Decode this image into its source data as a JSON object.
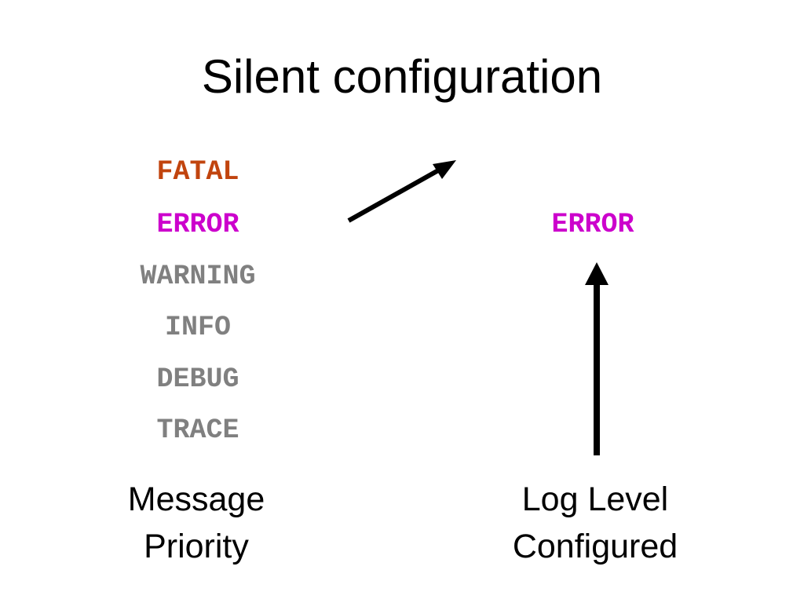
{
  "title": "Silent configuration",
  "message_priority": {
    "levels": [
      {
        "label": "FATAL",
        "color": "#C1440E"
      },
      {
        "label": "ERROR",
        "color": "#CC00CC"
      },
      {
        "label": "WARNING",
        "color": "#808080"
      },
      {
        "label": "INFO",
        "color": "#808080"
      },
      {
        "label": "DEBUG",
        "color": "#808080"
      },
      {
        "label": "TRACE",
        "color": "#808080"
      }
    ],
    "caption_line1": "Message",
    "caption_line2": "Priority"
  },
  "log_level": {
    "value": "ERROR",
    "color": "#CC00CC",
    "caption_line1": "Log Level",
    "caption_line2": "Configured"
  },
  "arrows": {
    "color": "#000000"
  }
}
